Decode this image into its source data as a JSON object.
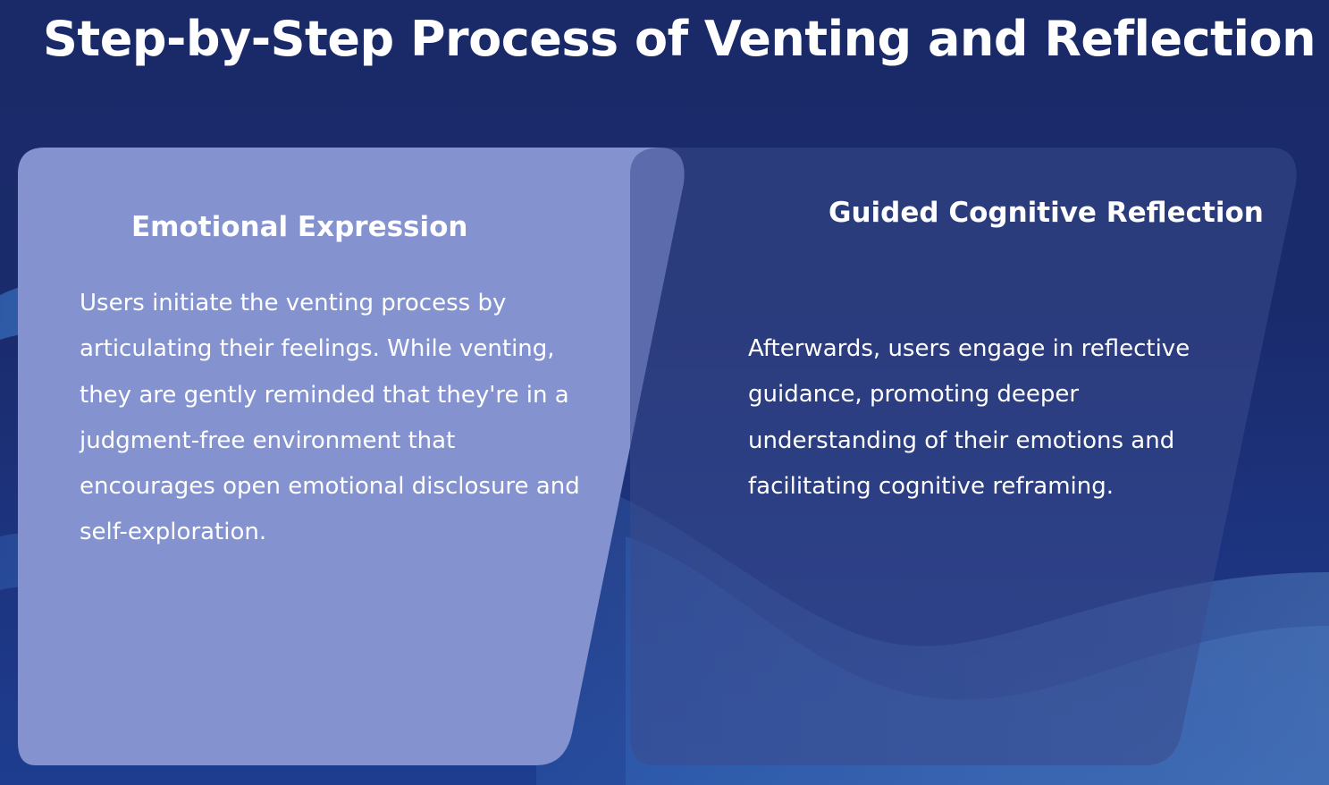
{
  "title": "Step-by-Step Process of Venting and Reflection",
  "steps": [
    {
      "heading": "Emotional Expression",
      "text": "Users initiate the venting process by articulating their feelings. While venting, they are gently reminded that they're in a judgment-free environment that encourages open emotional disclosure and self-exploration."
    },
    {
      "heading": "Guided Cognitive Reflection",
      "text": "Afterwards, users engage in reflective guidance, promoting deeper understanding of their emotions and facilitating cognitive reframing."
    }
  ],
  "colors": {
    "background": "#1a2a68",
    "card_primary": "#8493d0",
    "card_secondary": "#2d3e78",
    "text": "#ffffff"
  }
}
